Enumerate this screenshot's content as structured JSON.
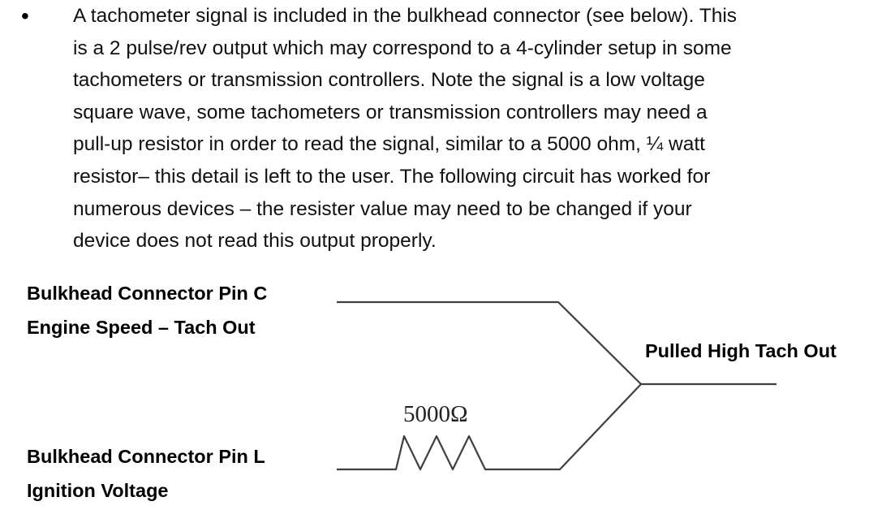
{
  "colors": {
    "text": "#111111",
    "wire": "#3f3f3f",
    "background": "#ffffff"
  },
  "bullet_paragraph": {
    "bullet": "•",
    "lines": [
      "A tachometer signal is included in the bulkhead connector (see below). This",
      "is a 2 pulse/rev output which may correspond to a 4-cylinder setup in some",
      "tachometers or transmission controllers. Note the signal is a low voltage",
      "square wave, some tachometers or transmission controllers may need a",
      "pull-up resistor in order to read the signal, similar to a 5000 ohm, ¼ watt",
      "resistor– this detail is left to the user. The following circuit has worked for",
      "numerous devices – the resister value may need to be changed if your",
      "device does not read this output properly."
    ]
  },
  "diagram": {
    "top_left_label_line1": "Bulkhead Connector Pin C",
    "top_left_label_line2": "Engine Speed – Tach Out",
    "right_label": "Pulled High Tach Out",
    "resistor_value": "5000Ω",
    "bottom_left_label_line1": "Bulkhead Connector Pin L",
    "bottom_left_label_line2": "Ignition Voltage"
  }
}
